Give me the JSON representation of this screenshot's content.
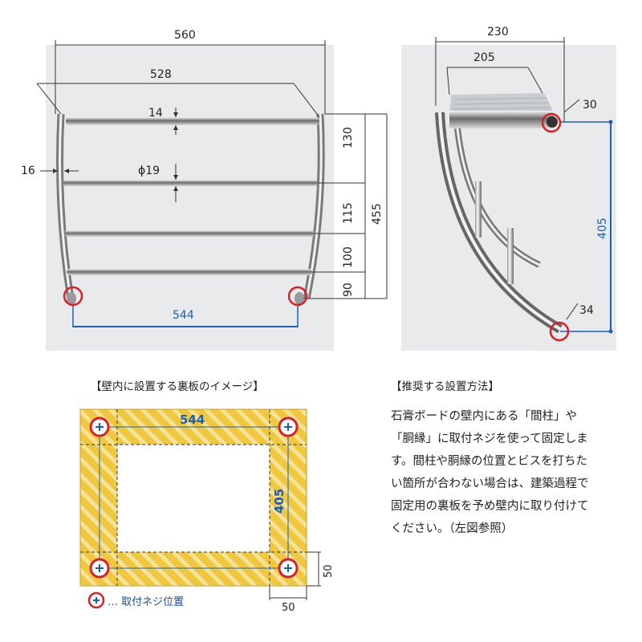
{
  "front_view": {
    "width_total": "560",
    "width_bars": "528",
    "bar_thickness": "14",
    "frame_offset": "16",
    "bar_diameter": "ϕ19",
    "spacing": [
      "130",
      "115",
      "100",
      "90"
    ],
    "height_total": "455",
    "screw_span": "544"
  },
  "side_view": {
    "depth_total": "230",
    "shelf_depth": "205",
    "top_offset": "30",
    "screw_span_vertical": "405",
    "bottom_offset": "34"
  },
  "backing_board": {
    "heading": "【壁内に設置する裏板のイメージ】",
    "span_horizontal": "544",
    "span_vertical": "405",
    "margin_right": "50",
    "margin_bottom": "50",
    "legend_text": "… 取付ネジ位置"
  },
  "method": {
    "heading": "【推奨する設置方法】",
    "lines": [
      "石膏ボードの壁内にある「間柱」や",
      "「胴縁」に取付ネジを使って固定しま",
      "す。間柱や胴縁の位置とビスを打ちた",
      "い箇所が合わない場合は、建築過程で",
      "固定用の裏板を予め壁内に取り付けて",
      "ください。（左図参照）"
    ]
  },
  "colors": {
    "dimension_blue": "#1a5fb4",
    "marker_red": "#d9202a",
    "board_yellow": "#f0c840"
  }
}
